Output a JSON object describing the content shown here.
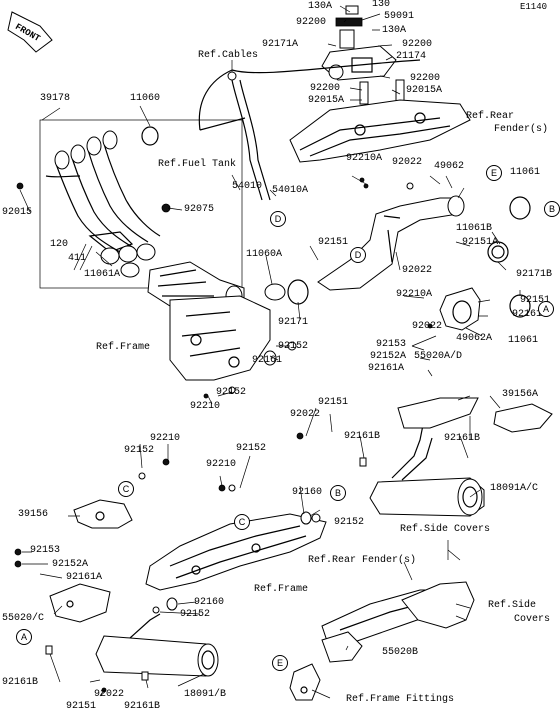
{
  "diagram_id": "E1140",
  "front_label": "FRONT",
  "parts": [
    {
      "id": "p130a1",
      "text": "130A"
    },
    {
      "id": "p130",
      "text": "130"
    },
    {
      "id": "p59091",
      "text": "59091"
    },
    {
      "id": "p92200a",
      "text": "92200"
    },
    {
      "id": "p130a2",
      "text": "130A"
    },
    {
      "id": "p92171a_top",
      "text": "92171A"
    },
    {
      "id": "p92200b",
      "text": "92200"
    },
    {
      "id": "p21174",
      "text": "21174"
    },
    {
      "id": "p92200c",
      "text": "92200"
    },
    {
      "id": "p92200d",
      "text": "92200"
    },
    {
      "id": "p92015a1",
      "text": "92015A"
    },
    {
      "id": "p92015a2",
      "text": "92015A"
    },
    {
      "id": "p39178",
      "text": "39178"
    },
    {
      "id": "p11060",
      "text": "11060"
    },
    {
      "id": "p92015",
      "text": "92015"
    },
    {
      "id": "p92075",
      "text": "92075"
    },
    {
      "id": "p120",
      "text": "120"
    },
    {
      "id": "p411",
      "text": "411"
    },
    {
      "id": "p11061a",
      "text": "11061A"
    },
    {
      "id": "p54010",
      "text": "54010"
    },
    {
      "id": "p54010a",
      "text": "54010A"
    },
    {
      "id": "p92210a_top",
      "text": "92210A"
    },
    {
      "id": "p92022_top",
      "text": "92022"
    },
    {
      "id": "p49062",
      "text": "49062"
    },
    {
      "id": "p11061_r",
      "text": "11061"
    },
    {
      "id": "p92151a",
      "text": "92151A"
    },
    {
      "id": "p11061b",
      "text": "11061B"
    },
    {
      "id": "p92151_mid",
      "text": "92151"
    },
    {
      "id": "p11060a",
      "text": "11060A"
    },
    {
      "id": "p92022_mid",
      "text": "92022"
    },
    {
      "id": "p92171b",
      "text": "92171B"
    },
    {
      "id": "p92171",
      "text": "92171"
    },
    {
      "id": "p92210a_mid",
      "text": "92210A"
    },
    {
      "id": "p92151_r",
      "text": "92151"
    },
    {
      "id": "p92161b_r",
      "text": "92161B"
    },
    {
      "id": "p92022_r",
      "text": "92022"
    },
    {
      "id": "p49062a",
      "text": "49062A"
    },
    {
      "id": "p11061_r2",
      "text": "11061"
    },
    {
      "id": "p92152_mid",
      "text": "92152"
    },
    {
      "id": "p92161",
      "text": "92161"
    },
    {
      "id": "p92152_mid2",
      "text": "92152"
    },
    {
      "id": "p92210_mid",
      "text": "92210"
    },
    {
      "id": "p92153",
      "text": "92153"
    },
    {
      "id": "p92152a",
      "text": "92152A"
    },
    {
      "id": "p92161a",
      "text": "92161A"
    },
    {
      "id": "p55020ad",
      "text": "55020A/D"
    },
    {
      "id": "p39156a",
      "text": "39156A"
    },
    {
      "id": "p92151_c",
      "text": "92151"
    },
    {
      "id": "p92022_c",
      "text": "92022"
    },
    {
      "id": "p92161b_c",
      "text": "92161B"
    },
    {
      "id": "p92161b_c2",
      "text": "92161B"
    },
    {
      "id": "p92210_l",
      "text": "92210"
    },
    {
      "id": "p92152_l",
      "text": "92152"
    },
    {
      "id": "p92152_c",
      "text": "92152"
    },
    {
      "id": "p92210_c",
      "text": "92210"
    },
    {
      "id": "p92160_c",
      "text": "92160"
    },
    {
      "id": "p92152_c2",
      "text": "92152"
    },
    {
      "id": "p18091ac",
      "text": "18091A/C"
    },
    {
      "id": "p39156",
      "text": "39156"
    },
    {
      "id": "p92153_l",
      "text": "92153"
    },
    {
      "id": "p92152a_l",
      "text": "92152A"
    },
    {
      "id": "p92161a_l",
      "text": "92161A"
    },
    {
      "id": "p55020c",
      "text": "55020/C"
    },
    {
      "id": "p92160_l",
      "text": "92160"
    },
    {
      "id": "p92152_l2",
      "text": "92152"
    },
    {
      "id": "p92161b_l",
      "text": "92161B"
    },
    {
      "id": "p92022_l",
      "text": "92022"
    },
    {
      "id": "p92151_l",
      "text": "92151"
    },
    {
      "id": "p92161b_l2",
      "text": "92161B"
    },
    {
      "id": "p18091bd",
      "text": "18091/B"
    },
    {
      "id": "p55020b",
      "text": "55020B"
    }
  ],
  "references": {
    "cables": "Ref.Cables",
    "fuel_tank": "Ref.Fuel Tank",
    "rear_fender_1": "Ref.Rear",
    "rear_fender_2": "Fender(s)",
    "frame_mid": "Ref.Frame",
    "frame_low": "Ref.Frame",
    "side_covers_top": "Ref.Side Covers",
    "rear_fender_low": "Ref.Rear Fender(s)",
    "side_covers_r1": "Ref.Side",
    "side_covers_r2": "Covers",
    "frame_fittings": "Ref.Frame Fittings"
  },
  "callouts": [
    "E",
    "B",
    "D",
    "A",
    "C",
    "B",
    "C",
    "A",
    "E",
    "D"
  ]
}
